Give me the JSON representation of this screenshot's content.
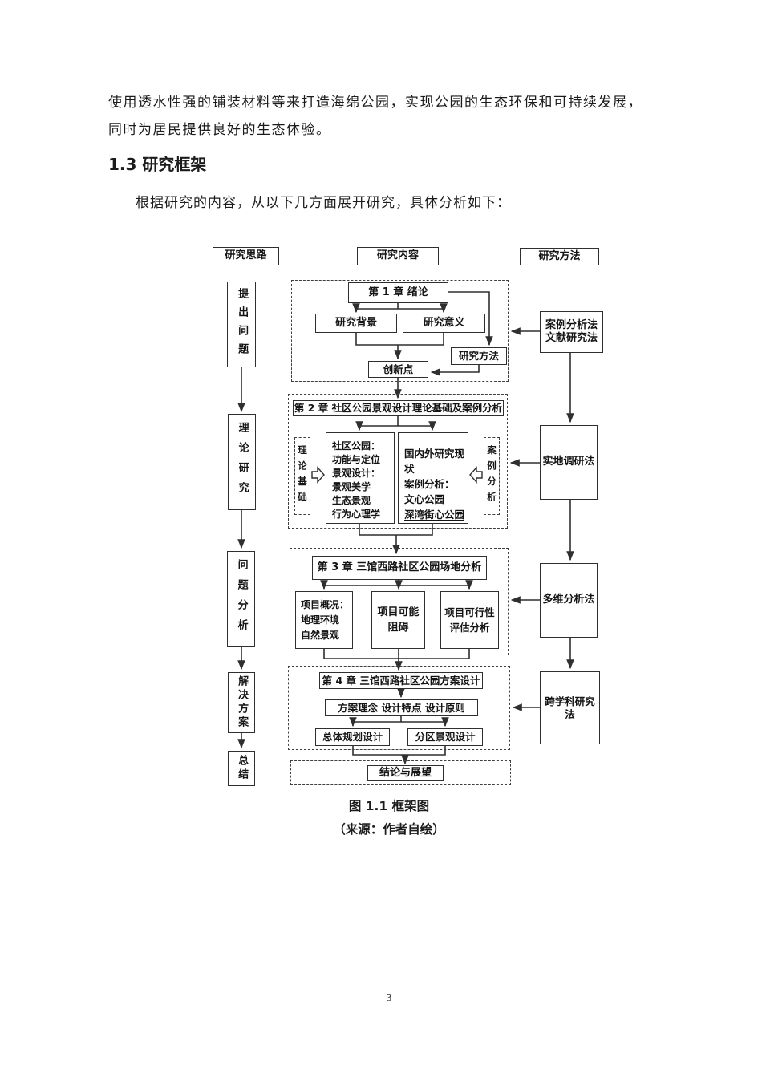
{
  "document": {
    "paragraph": {
      "line1": "使用透水性强的铺装材料等来打造海绵公园，实现公园的生态环保和可持续发展，",
      "line2": "同时为居民提供良好的生态体验。"
    },
    "heading": "1.3 研究框架",
    "intro": "根据研究的内容，从以下几方面展开研究，具体分析如下：",
    "caption": {
      "title": "图 1.1 框架图",
      "source": "（来源：作者自绘）"
    },
    "page_number": "3"
  },
  "diagram": {
    "column_headers": {
      "ideas": "研究思路",
      "content": "研究内容",
      "methods": "研究方法"
    },
    "idea_flow": {
      "step1": "提出问题",
      "step2": "理论研究",
      "step3": "问题分析",
      "step4": "解决方案",
      "step5": "总结"
    },
    "methods_flow": {
      "m1a": "案例分析法",
      "m1b": "文献研究法",
      "m2": "实地调研法",
      "m3": "多维分析法",
      "m4": "跨学科研究法"
    },
    "chapter1": {
      "title": "第 1 章  绪论",
      "background": "研究背景",
      "significance": "研究意义",
      "method": "研究方法",
      "innovation": "创新点"
    },
    "chapter2": {
      "title": "第 2 章  社区公园景观设计理论基础及案例分析",
      "side_left": "理论基础",
      "side_right": "案例分析",
      "theory_lines": [
        "社区公园：",
        "功能与定位",
        "景观设计：",
        "景观美学",
        "生态景观",
        "行为心理学"
      ],
      "research_lines": [
        "国内外研究现状",
        "案例分析：",
        "文心公园",
        "深湾街心公园"
      ]
    },
    "chapter3": {
      "title": "第 3 章  三馆西路社区公园场地分析",
      "box1": "项目概况：\n地理环境\n自然景观",
      "box2": "项目可能\n阻碍",
      "box3": "项目可行性\n评估分析"
    },
    "chapter4": {
      "title": "第 4 章  三馆西路社区公园方案设计",
      "concepts": "方案理念  设计特点  设计原则",
      "overall": "总体规划设计",
      "zoning": "分区景观设计"
    },
    "conclusion": "结论与展望"
  }
}
